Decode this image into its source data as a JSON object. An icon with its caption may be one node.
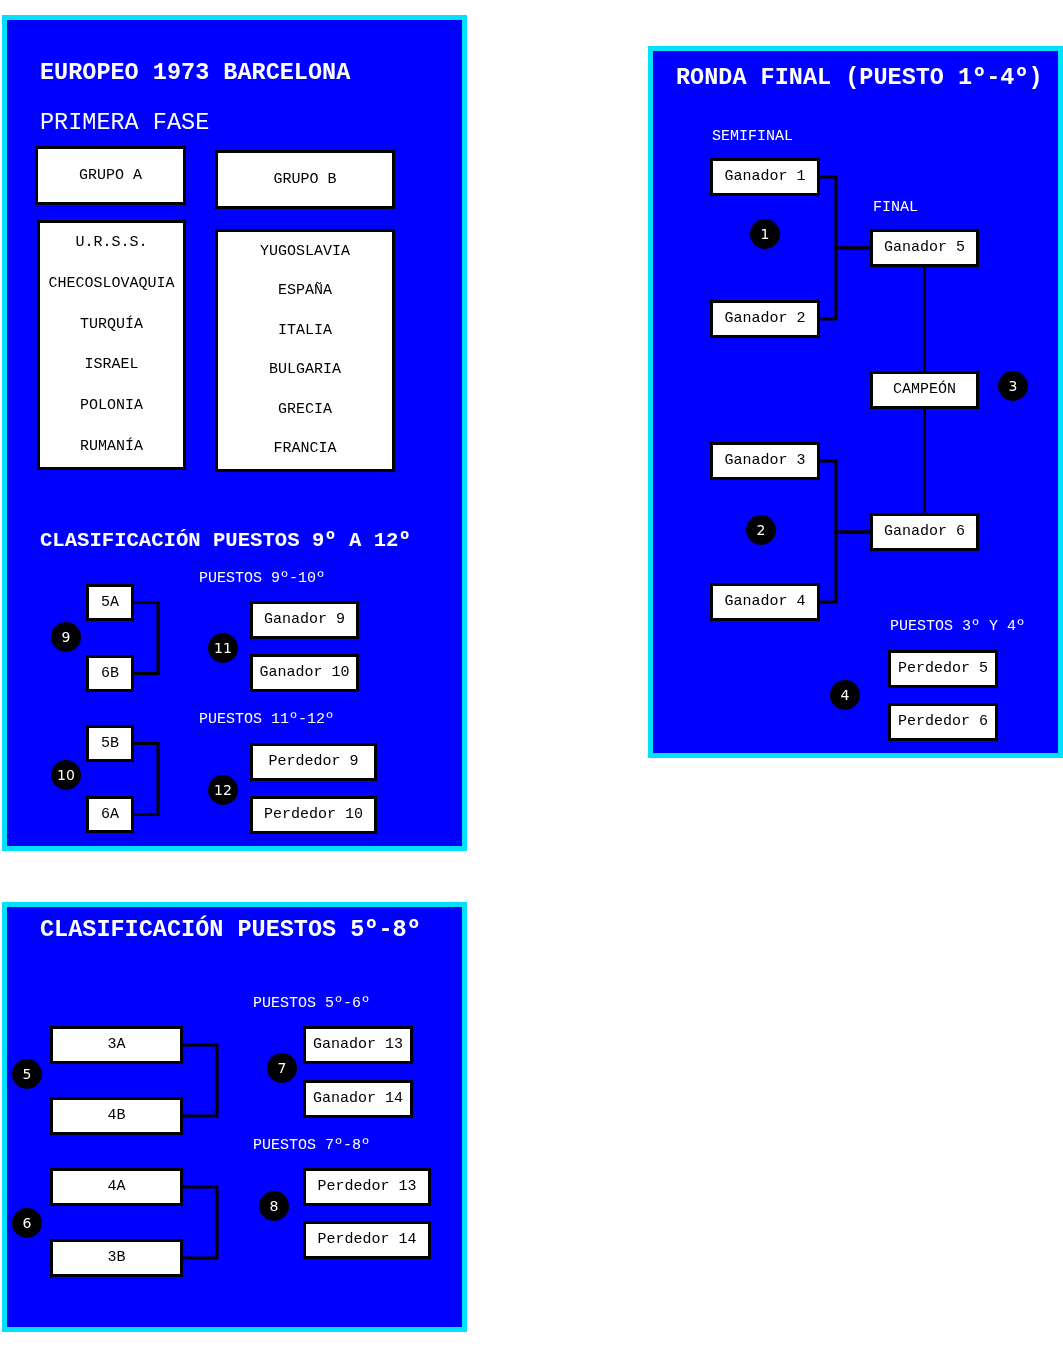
{
  "diagram": {
    "nodes": [
      {
        "text": [
          "EUROPEO 1973 BARCELONA",
          "PRIMERA FASE",
          "CLASIFICACIÓN PUESTOS 9º A 12º",
          "PUESTOS 9º-10º",
          "PUESTOS 11º-12º"
        ]
      },
      {
        "text": [
          "GRUPO A"
        ],
        "in": 0
      },
      {
        "text": [
          "GRUPO B"
        ],
        "in": 0
      },
      {
        "text": [
          "U.R.S.S.",
          "CHECOSLOVAQUIA",
          "TURQUÍA",
          "ISRAEL",
          "POLONIA",
          "RUMANÍA"
        ],
        "in": 0
      },
      {
        "text": [
          "YUGOSLAVIA",
          "ESPAÑA",
          "ITALIA",
          "BULGARIA",
          "GRECIA",
          "FRANCIA"
        ],
        "in": 0
      },
      {
        "text": [
          "5A"
        ],
        "in": 0
      },
      {
        "text": [
          "9"
        ],
        "in": 0
      },
      {
        "text": [
          "6B"
        ],
        "in": 0
      },
      {
        "text": [
          "Ganador 9"
        ],
        "in": 0
      },
      {
        "text": [
          "11"
        ],
        "in": 0
      },
      {
        "text": [
          "Ganador 10"
        ],
        "in": 0
      },
      {
        "text": [
          "5B"
        ],
        "in": 0
      },
      {
        "text": [
          "10"
        ],
        "in": 0
      },
      {
        "text": [
          "6A"
        ],
        "in": 0
      },
      {
        "text": [
          "Perdedor 9"
        ],
        "in": 0
      },
      {
        "text": [
          "12"
        ],
        "in": 0
      },
      {
        "text": [
          "Perdedor 10"
        ],
        "in": 0
      },
      {
        "text": [
          "RONDA FINAL (PUESTO 1º-4º)",
          "SEMIFINAL",
          "FINAL",
          "PUESTOS 3º Y 4º"
        ]
      },
      {
        "text": [
          "Ganador 1"
        ],
        "in": 17
      },
      {
        "text": [
          "1"
        ],
        "in": 17
      },
      {
        "text": [
          "Ganador 5"
        ],
        "in": 17
      },
      {
        "text": [
          "Ganador 2"
        ],
        "in": 17
      },
      {
        "text": [
          "CAMPEÓN"
        ],
        "in": 17
      },
      {
        "text": [
          "3"
        ],
        "in": 17
      },
      {
        "text": [
          "Ganador 3"
        ],
        "in": 17
      },
      {
        "text": [
          "2"
        ],
        "in": 17
      },
      {
        "text": [
          "Ganador 6"
        ],
        "in": 17
      },
      {
        "text": [
          "Ganador 4"
        ],
        "in": 17
      },
      {
        "text": [
          "Perdedor 5"
        ],
        "in": 17
      },
      {
        "text": [
          "4"
        ],
        "in": 17
      },
      {
        "text": [
          "Perdedor 6"
        ],
        "in": 17
      },
      {
        "text": [
          "CLASIFICACIÓN PUESTOS 5º-8º",
          "PUESTOS 5º-6º",
          "PUESTOS 7º-8º"
        ]
      },
      {
        "text": [
          "3A"
        ],
        "in": 31
      },
      {
        "text": [
          "5"
        ],
        "in": 31
      },
      {
        "text": [
          "4B"
        ],
        "in": 31
      },
      {
        "text": [
          "Ganador 13"
        ],
        "in": 31
      },
      {
        "text": [
          "7"
        ],
        "in": 31
      },
      {
        "text": [
          "Ganador 14"
        ],
        "in": 31
      },
      {
        "text": [
          "4A"
        ],
        "in": 31
      },
      {
        "text": [
          "6"
        ],
        "in": 31
      },
      {
        "text": [
          "3B"
        ],
        "in": 31
      },
      {
        "text": [
          "Perdedor 13"
        ],
        "in": 31
      },
      {
        "text": [
          "8"
        ],
        "in": 31
      },
      {
        "text": [
          "Perdedor 14"
        ],
        "in": 31
      }
    ],
    "edges": [
      {
        "from": 5,
        "to": 7,
        "arrow": "none"
      },
      {
        "from": 11,
        "to": 13,
        "arrow": "none"
      },
      {
        "from": 18,
        "to": 20,
        "arrow": "none"
      },
      {
        "from": 21,
        "to": 20,
        "arrow": "none"
      },
      {
        "from": 20,
        "to": 22,
        "arrow": "none"
      },
      {
        "from": 26,
        "to": 22,
        "arrow": "none"
      },
      {
        "from": 24,
        "to": 26,
        "arrow": "none"
      },
      {
        "from": 27,
        "to": 26,
        "arrow": "none"
      },
      {
        "from": 32,
        "to": 34,
        "arrow": "none"
      },
      {
        "from": 38,
        "to": 40,
        "arrow": "none"
      }
    ]
  }
}
